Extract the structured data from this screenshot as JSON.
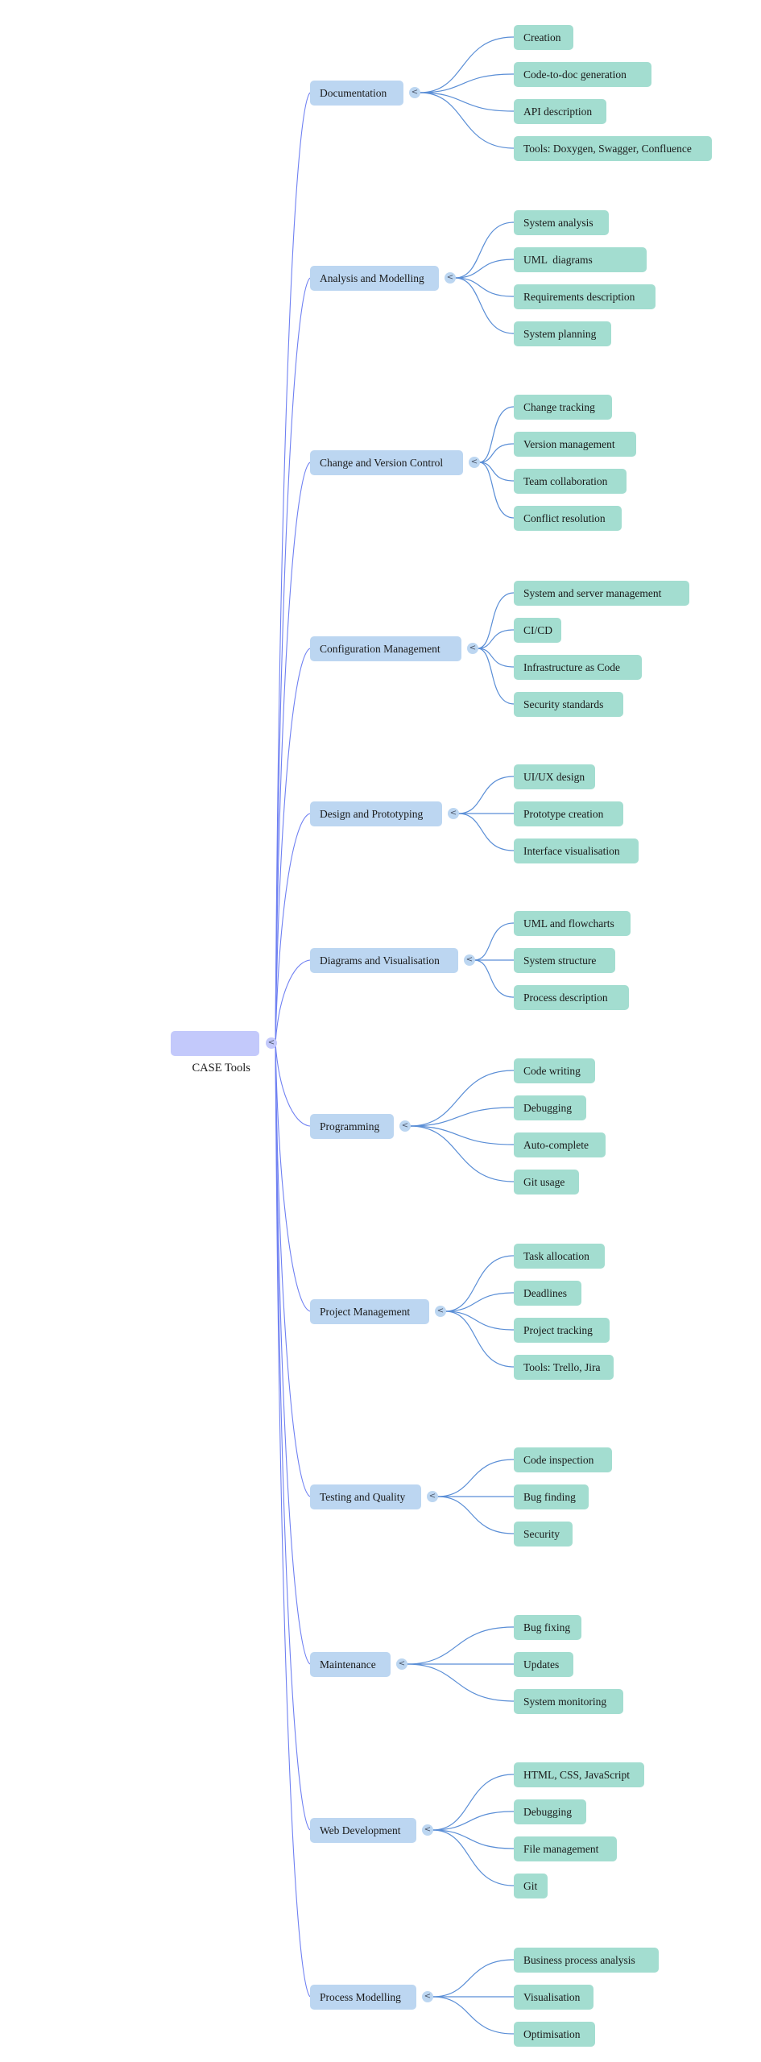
{
  "mindmap": {
    "root": {
      "label": "CASE Tools",
      "toggle_icon": "<"
    },
    "colors": {
      "root_fill": "#c3c9fb",
      "branch_fill": "#bcd6f1",
      "leaf_fill": "#a3ddd0",
      "root_link": "#6f80f2",
      "branch_link": "#5a8ed6",
      "text": "#1a1a1a"
    },
    "branches": [
      {
        "label": "Documentation",
        "toggle_icon": "<",
        "children": [
          "Creation",
          "Code-to-doc generation",
          "API description",
          "Tools: Doxygen, Swagger, Confluence"
        ]
      },
      {
        "label": "Analysis and Modelling",
        "toggle_icon": "<",
        "children": [
          "System analysis",
          "UML  diagrams",
          "Requirements description",
          "System planning"
        ]
      },
      {
        "label": "Change and Version Control",
        "toggle_icon": "<",
        "children": [
          "Change tracking",
          "Version management",
          "Team collaboration",
          "Conflict resolution"
        ]
      },
      {
        "label": "Configuration Management",
        "toggle_icon": "<",
        "children": [
          "System and server management",
          "CI/CD",
          "Infrastructure as Code",
          "Security standards"
        ]
      },
      {
        "label": "Design and Prototyping",
        "toggle_icon": "<",
        "children": [
          "UI/UX design",
          "Prototype creation",
          "Interface visualisation"
        ]
      },
      {
        "label": "Diagrams and Visualisation",
        "toggle_icon": "<",
        "children": [
          "UML and flowcharts",
          "System structure",
          "Process description"
        ]
      },
      {
        "label": "Programming",
        "toggle_icon": "<",
        "children": [
          "Code writing",
          "Debugging",
          "Auto-complete",
          "Git usage"
        ]
      },
      {
        "label": "Project Management",
        "toggle_icon": "<",
        "children": [
          "Task allocation",
          "Deadlines",
          "Project tracking",
          "Tools: Trello, Jira"
        ]
      },
      {
        "label": "Testing and Quality",
        "toggle_icon": "<",
        "children": [
          "Code inspection",
          "Bug finding",
          "Security"
        ]
      },
      {
        "label": "Maintenance",
        "toggle_icon": "<",
        "children": [
          "Bug fixing",
          "Updates",
          "System monitoring"
        ]
      },
      {
        "label": "Web Development",
        "toggle_icon": "<",
        "children": [
          "HTML, CSS, JavaScript",
          "Debugging",
          "File management",
          "Git"
        ]
      },
      {
        "label": "Process Modelling",
        "toggle_icon": "<",
        "children": [
          "Business process analysis",
          "Visualisation",
          "Optimisation"
        ]
      }
    ]
  }
}
